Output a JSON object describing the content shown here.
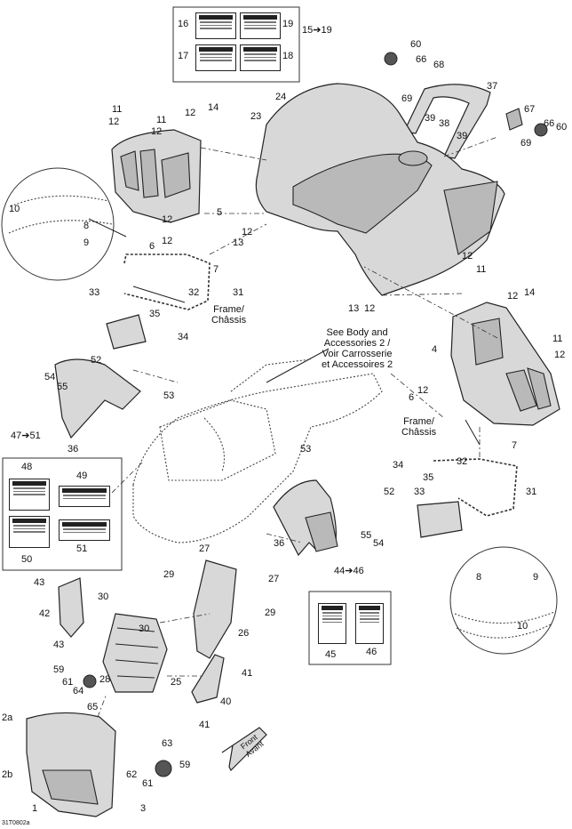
{
  "diagram_code": "31T0802a",
  "notes": {
    "see_body": [
      "See Body and",
      "Accessories 2 /",
      "Voir Carrosserie",
      "et Accessoires 2"
    ],
    "frame_left": [
      "Frame/",
      "Châssis"
    ],
    "frame_right": [
      "Frame/",
      "Châssis"
    ],
    "front": [
      "Front",
      "Avant"
    ]
  },
  "group_labels": {
    "g15_19": "15➔19",
    "g47_51": "47➔51",
    "g44_46": "44➔46"
  },
  "callouts": {
    "c16": "16",
    "c19": "19",
    "c17": "17",
    "c18": "18",
    "c60a": "60",
    "c66a": "66",
    "c68": "68",
    "c69a": "69",
    "c37": "37",
    "c39a": "39",
    "c38": "38",
    "c39b": "39",
    "c67": "67",
    "c66b": "66",
    "c60b": "60",
    "c69b": "69",
    "c24": "24",
    "c23": "23",
    "c11a": "11",
    "c12a": "12",
    "c11b": "11",
    "c12b": "12",
    "c14a": "14",
    "c12c": "12",
    "c12d": "12",
    "c5": "5",
    "c10a": "10",
    "c8a": "8",
    "c9a": "9",
    "c6a": "6",
    "c12e": "12",
    "c12f": "12",
    "c13a": "13",
    "c7a": "7",
    "c32a": "32",
    "c31a": "31",
    "c33a": "33",
    "c35a": "35",
    "c34a": "34",
    "c12g": "12",
    "c11c": "11",
    "c12h": "12",
    "c14b": "14",
    "c13b": "13",
    "c12i": "12",
    "c4": "4",
    "c11d": "11",
    "c12j": "12",
    "c6b": "6",
    "c12k": "12",
    "c52a": "52",
    "c54a": "54",
    "c55a": "55",
    "c53a": "53",
    "c36a": "36",
    "c53b": "53",
    "c7b": "7",
    "c34b": "34",
    "c32b": "32",
    "c35b": "35",
    "c33b": "33",
    "c31b": "31",
    "c52b": "52",
    "c48": "48",
    "c49": "49",
    "c50": "50",
    "c51": "51",
    "c36b": "36",
    "c55b": "55",
    "c54b": "54",
    "c27a": "27",
    "c29a": "29",
    "c27b": "27",
    "c43a": "43",
    "c30a": "30",
    "c29b": "29",
    "c42": "42",
    "c30b": "30",
    "c26": "26",
    "c43b": "43",
    "c45": "45",
    "c46": "46",
    "c8b": "8",
    "c9b": "9",
    "c10b": "10",
    "c59a": "59",
    "c61a": "61",
    "c64": "64",
    "c28": "28",
    "c65": "65",
    "c25": "25",
    "c41a": "41",
    "c40": "40",
    "c41b": "41",
    "c2a": "2a",
    "c63": "63",
    "c2b": "2b",
    "c62": "62",
    "c59b": "59",
    "c61b": "61",
    "c1": "1",
    "c3": "3"
  }
}
